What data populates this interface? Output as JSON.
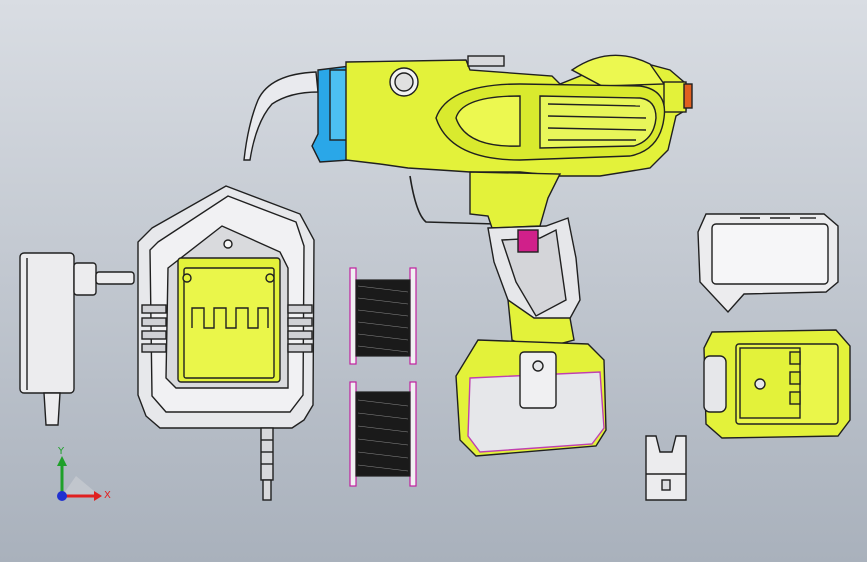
{
  "viewport": {
    "background_top": "#d9dde3",
    "background_bottom": "#a9b1bc"
  },
  "triad": {
    "x_label": "X",
    "y_label": "Y",
    "x_color": "#e02020",
    "y_color": "#1fa02a",
    "z_color": "#2030d0"
  },
  "colors": {
    "yellow_green": "#e3f23a",
    "blue": "#2aa7e8",
    "magenta": "#d0208a",
    "grey_plastic": "#e6e7ea",
    "outline": "#202020"
  },
  "components": [
    "rebar-tier-gun",
    "battery-charger",
    "wall-power-adapter",
    "wire-spool",
    "wire-spool",
    "battery-cover",
    "battery-pack",
    "belt-clip"
  ]
}
